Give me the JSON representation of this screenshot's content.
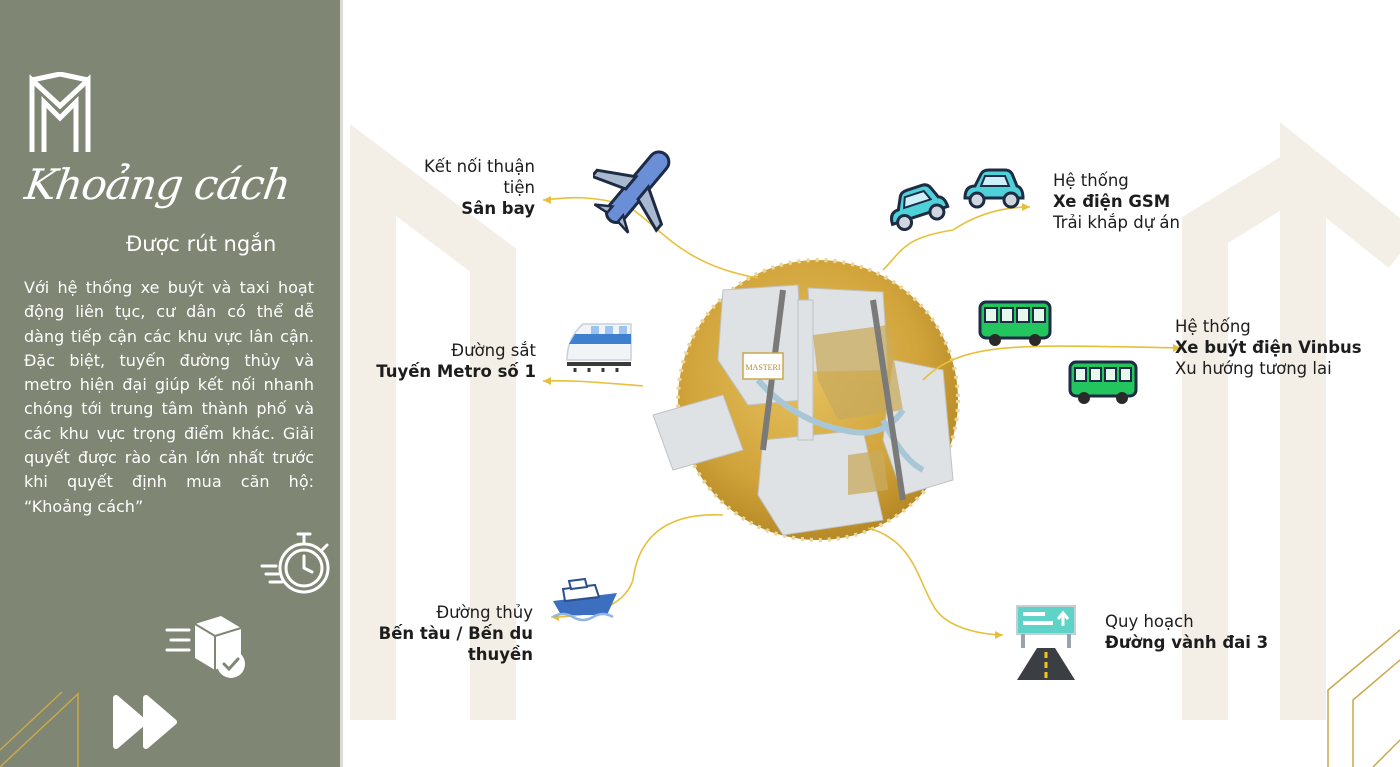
{
  "sidebar": {
    "title_script": "Khoảng cách",
    "subtitle": "Được rút ngắn",
    "description": "Với hệ thống xe buýt và taxi hoạt động liên tục, cư dân có thể dễ dàng tiếp cận các khu vực lân cận. Đặc biệt, tuyến đường thủy và metro hiện đại giúp kết nối nhanh chóng tới trung tâm thành phố và các khu vực trọng điểm khác. Giải quyết được rào cản lớn nhất trước khi quyết định mua căn hộ: “Khoảng cách”"
  },
  "map": {
    "badge_text": "MASTERI"
  },
  "connections": {
    "airport": {
      "line1": "Kết nối thuận",
      "line2": "tiện",
      "bold": "Sân bay"
    },
    "metro": {
      "line1": "Đường sắt",
      "bold": "Tuyến Metro số 1"
    },
    "waterway": {
      "line1": "Đường thủy",
      "bold1": "Bến tàu / Bến du",
      "bold2": "thuyền"
    },
    "gsm": {
      "line1": "Hệ thống",
      "bold": "Xe điện GSM",
      "line3": "Trải khắp dự án"
    },
    "vinbus": {
      "line1": "Hệ thống",
      "bold": "Xe buýt điện Vinbus",
      "line3": "Xu hướng tương lai"
    },
    "ring_road": {
      "line1": "Quy hoạch",
      "bold": "Đường vành đai 3"
    }
  },
  "colors": {
    "sidebar_bg": "#7f8673",
    "connector_line": "#e6c03a",
    "globe_gold": "#d4a93a",
    "car_teal": "#4fd1d9",
    "bus_green": "#22c55e",
    "plane_blue": "#6a8fd6"
  },
  "icons": [
    "brand-logo-icon",
    "stopwatch-icon",
    "fast-delivery-icon",
    "fast-forward-icon",
    "airplane-icon",
    "train-icon",
    "ship-icon",
    "car-icon",
    "bus-icon",
    "road-sign-icon"
  ]
}
